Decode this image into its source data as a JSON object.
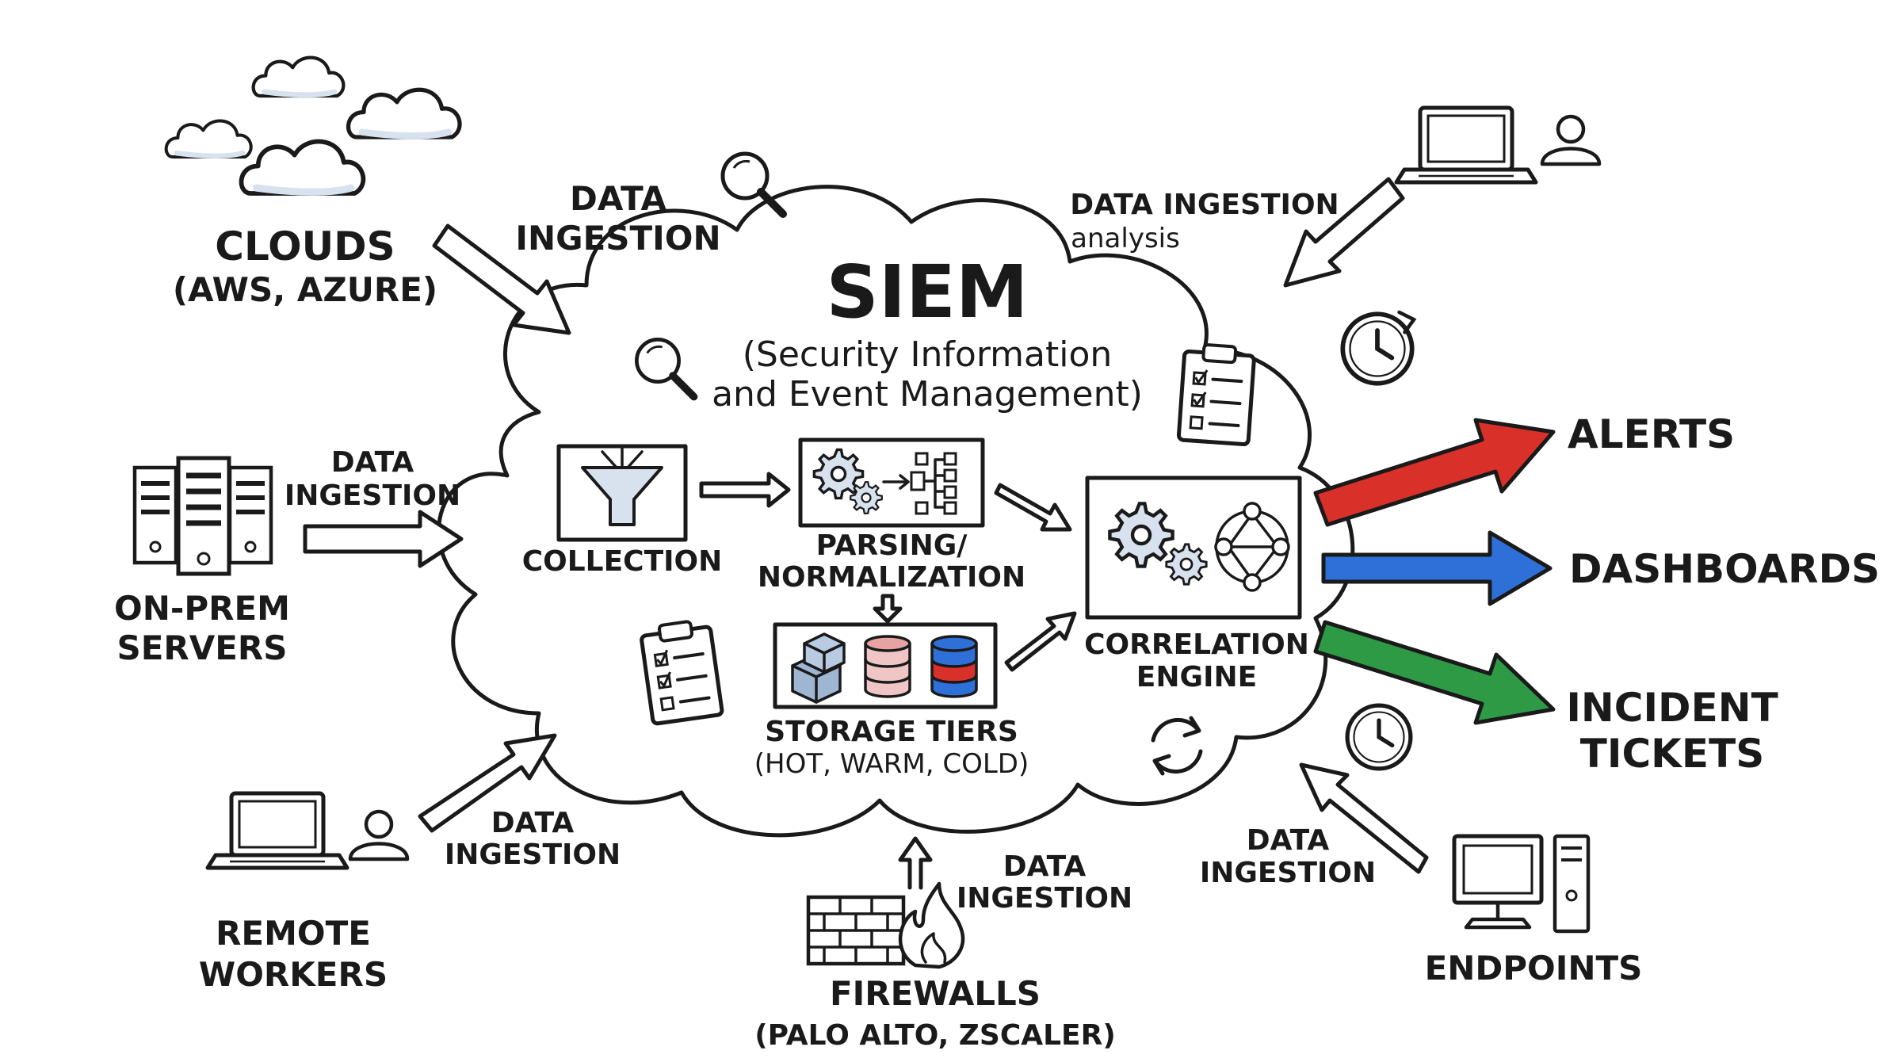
{
  "title": "SIEM",
  "subtitle_line1": "(Security Information",
  "subtitle_line2": "and Event Management)",
  "ingestion_label": "DATA INGESTION",
  "ingestion_line1": "DATA",
  "ingestion_line2": "INGESTION",
  "analysis_label": "analysis",
  "sources": {
    "clouds": {
      "line1": "CLOUDS",
      "line2": "(AWS, AZURE)"
    },
    "onprem": {
      "line1": "ON-PREM",
      "line2": "SERVERS"
    },
    "remote": {
      "line1": "REMOTE",
      "line2": "WORKERS"
    },
    "firewalls": {
      "line1": "FIREWALLS",
      "line2": "(PALO ALTO, ZSCALER)"
    },
    "endpoints": {
      "line1": "ENDPOINTS"
    }
  },
  "pipeline": {
    "collection": "COLLECTION",
    "parsing_line1": "PARSING/",
    "parsing_line2": "NORMALIZATION",
    "storage_line1": "STORAGE TIERS",
    "storage_line2": "(HOT, WARM, COLD)",
    "correlation_line1": "CORRELATION",
    "correlation_line2": "ENGINE"
  },
  "outputs": {
    "alerts": "ALERTS",
    "dashboards": "DASHBOARDS",
    "incident_line1": "INCIDENT",
    "incident_line2": "TICKETS"
  },
  "colors": {
    "alerts_arrow": "#d9302a",
    "dashboards_arrow": "#2e6fd8",
    "incident_arrow": "#2e9a45",
    "ink": "#1a1a1a",
    "cloud_shade": "#d7e2ee",
    "storage_red": "#d9302a",
    "storage_blue": "#2e6fd8",
    "storage_pink": "#e7a3a3"
  },
  "icons": [
    "cloud-icon",
    "magnifier-icon",
    "laptop-icon",
    "user-icon",
    "clock-icon",
    "clipboard-icon",
    "server-rack-icon",
    "funnel-icon",
    "gears-icon",
    "flowchart-icon",
    "boxes-icon",
    "database-icon",
    "network-graph-icon",
    "refresh-icon",
    "firewall-icon",
    "fire-icon",
    "desktop-computer-icon"
  ]
}
